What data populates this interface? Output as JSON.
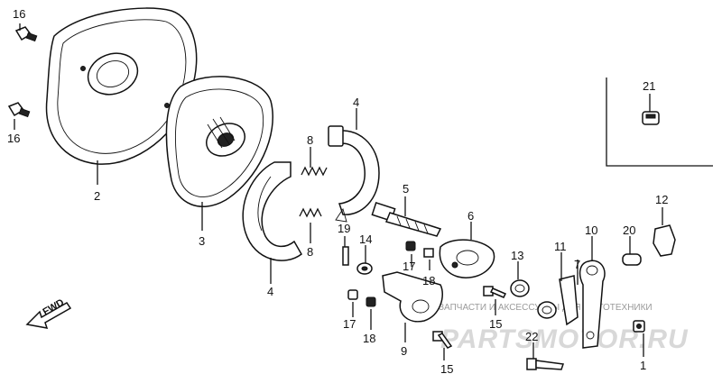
{
  "diagram": {
    "labels": {
      "p1": "1",
      "p2": "2",
      "p3": "3",
      "p4a": "4",
      "p4b": "4",
      "p5": "5",
      "p6": "6",
      "p7": "7",
      "p8a": "8",
      "p8b": "8",
      "p9": "9",
      "p10": "10",
      "p11": "11",
      "p12": "12",
      "p13": "13",
      "p14": "14",
      "p15a": "15",
      "p15b": "15",
      "p16a": "16",
      "p16b": "16",
      "p17a": "17",
      "p17b": "17",
      "p18a": "18",
      "p18b": "18",
      "p19": "19",
      "p20": "20",
      "p21": "21",
      "p22": "22"
    },
    "fwd_label": "FWD"
  },
  "watermark": {
    "line1": "ЗАПЧАСТИ И АКСЕССУАРЫ ДЛЯ МОТОТЕХНИКИ",
    "line2": "PARTSMOTOR.RU"
  }
}
